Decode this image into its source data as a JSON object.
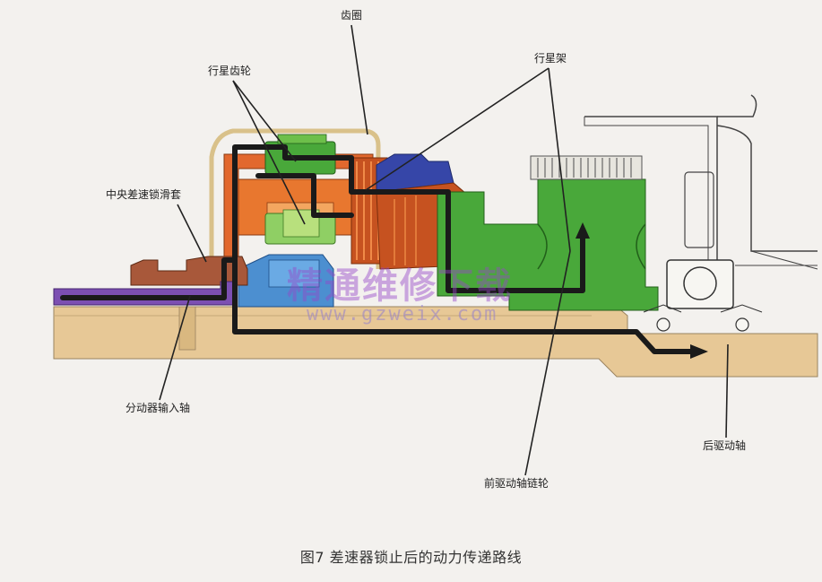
{
  "labels": {
    "ring_gear": "齿圈",
    "planet_gear": "行星齿轮",
    "planet_carrier": "行星架",
    "center_diff_lock_sleeve": "中央差速锁滑套",
    "transfer_input_shaft": "分动器输入轴",
    "rear_drive_shaft": "后驱动轴",
    "front_drive_sprocket": "前驱动轴链轮"
  },
  "caption": "图7  差速器锁止后的动力传递路线",
  "watermark": {
    "text": "精通维修下载",
    "url": "www.gzweix.com"
  },
  "colors": {
    "background": "#f3f1ee",
    "shaft": "#e7c896",
    "orange_parts": "#e2682e",
    "dark_orange": "#c65220",
    "green_parts": "#49a83a",
    "light_green": "#8fcf64",
    "blue_parts": "#4c8fd0",
    "navy_parts": "#3646a8",
    "purple_parts": "#7c4fb2",
    "brown_parts": "#a8583a",
    "housing_outline": "#d9c18a",
    "power_path": "#1a1a1a"
  }
}
